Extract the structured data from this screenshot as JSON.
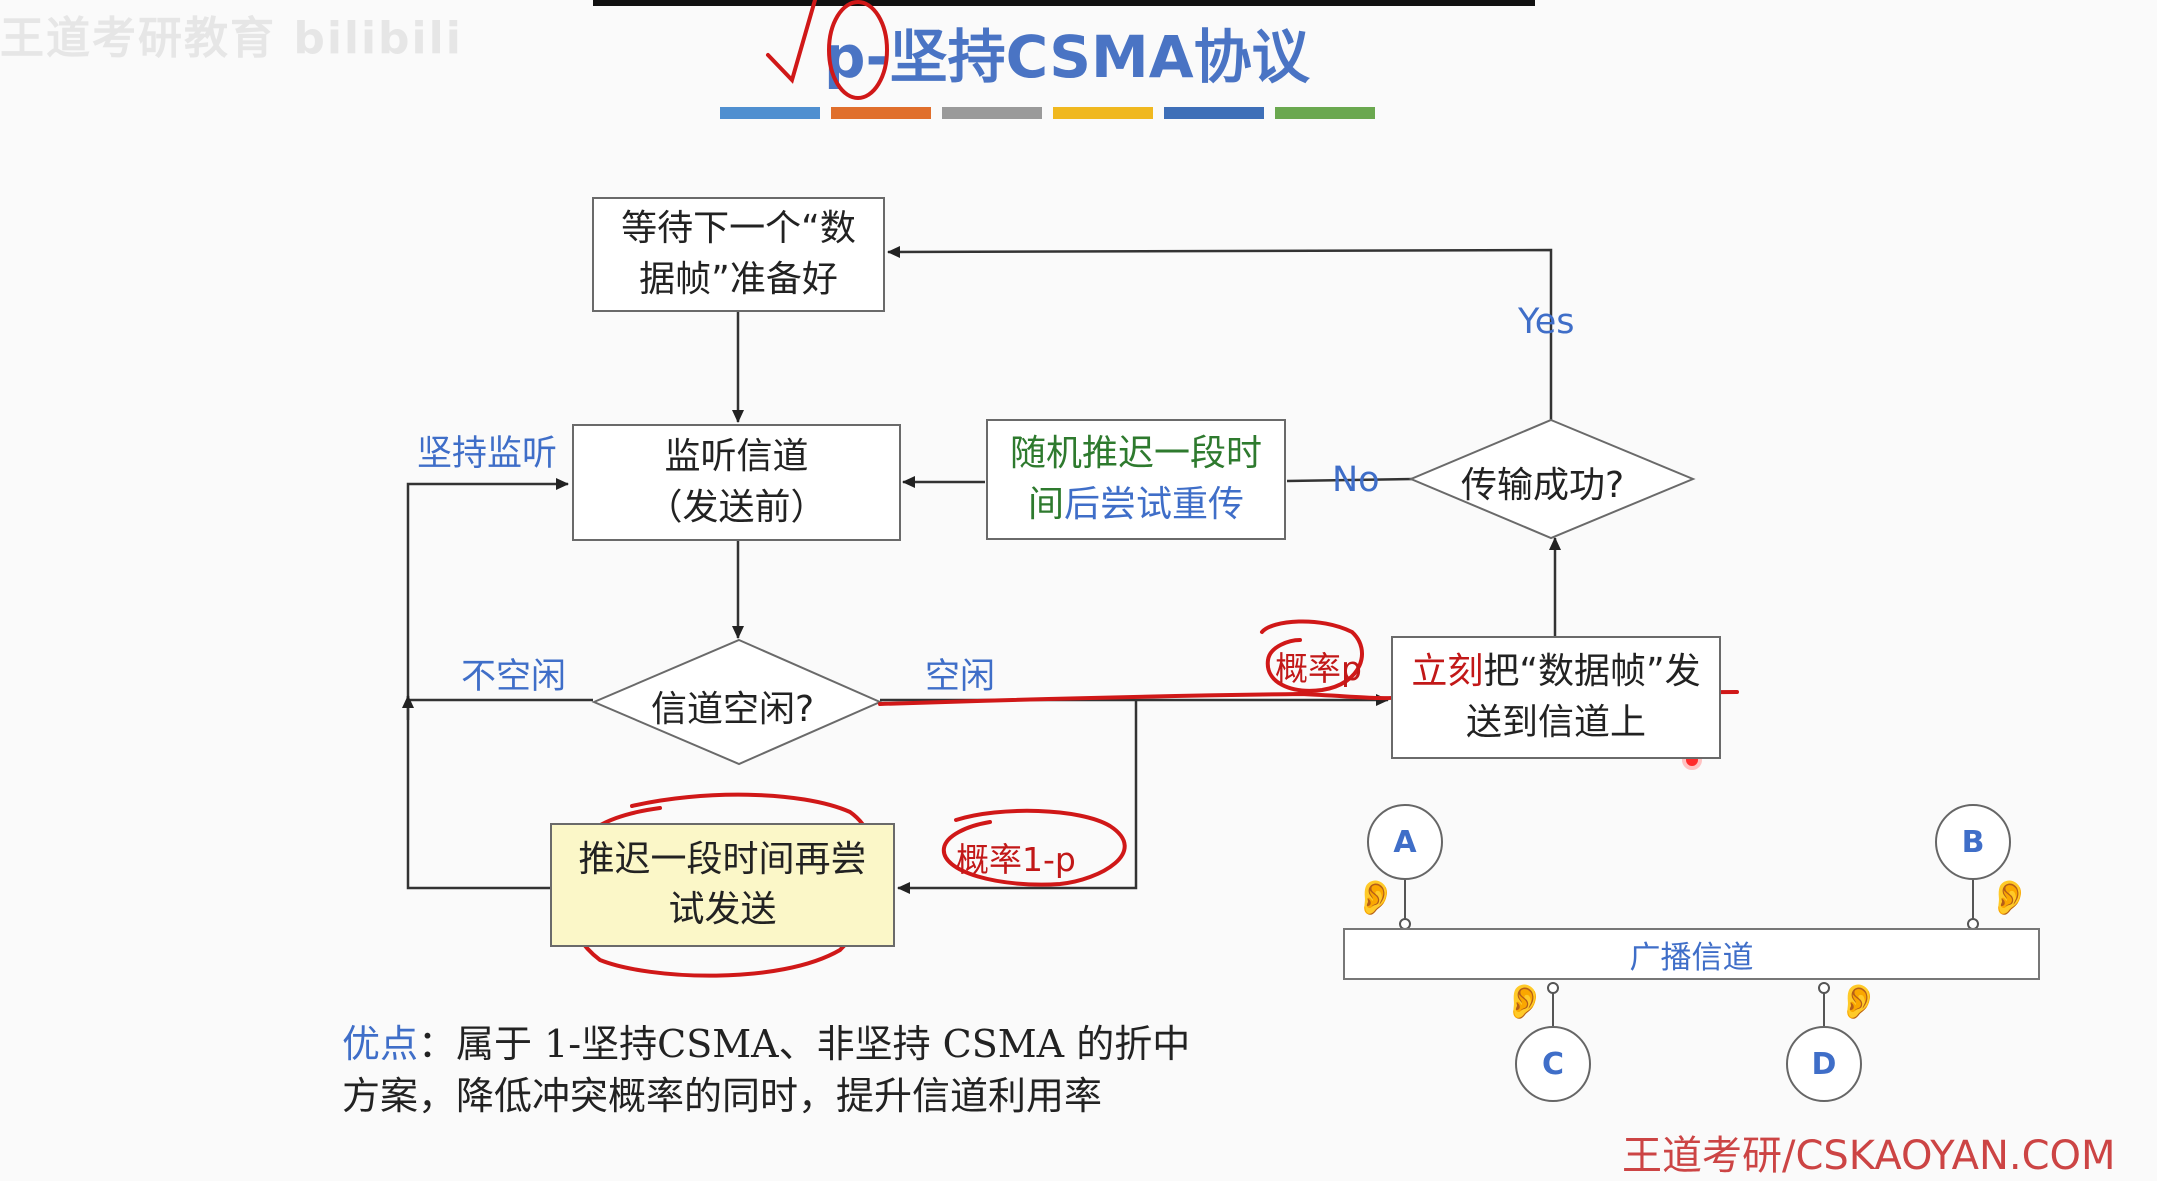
{
  "watermark": "王道考研教育 bilibili",
  "title": "p-坚持CSMA协议",
  "title_stripes": [
    "#4f8fd0",
    "#e06f2c",
    "#9a9a9a",
    "#f0b81f",
    "#3e6fb8",
    "#6aa84f"
  ],
  "flowchart": {
    "wait_box": [
      "等待下一个“数",
      "据帧”准备好"
    ],
    "listen_box": [
      "监听信道",
      "（发送前）"
    ],
    "backoff_box": {
      "green": "随机推迟一段时",
      "line2_green": "间",
      "line2_blue": "后尝试重传"
    },
    "success_diamond": "传输成功?",
    "idle_diamond": "信道空闲?",
    "send_box": {
      "red": "立刻",
      "rest": "把“数据帧”发",
      "line2": "送到信道上"
    },
    "delay_box": [
      "推迟一段时间再尝",
      "试发送"
    ],
    "labels": {
      "persist": "坚持监听",
      "busy": "不空闲",
      "idle": "空闲",
      "yes": "Yes",
      "no": "No",
      "prob_p": "概率p",
      "prob_1p": "概率1-p"
    }
  },
  "network": {
    "nodes": [
      "A",
      "B",
      "C",
      "D"
    ],
    "bus_label": "广播信道"
  },
  "advantage": {
    "label": "优点",
    "colon": "：",
    "line1": "属于 1-坚持CSMA、非坚持 CSMA 的折中",
    "line2": "方案，降低冲突概率的同时，提升信道利用率"
  },
  "footer": "王道考研/CSKAOYAN.COM"
}
